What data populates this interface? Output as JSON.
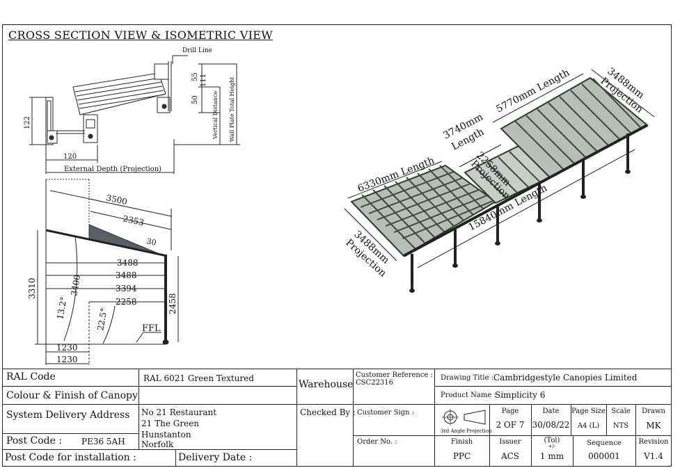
{
  "header": {
    "title": "CROSS SECTION VIEW & ISOMETRIC VIEW"
  },
  "cross_section": {
    "drill_line": "Drill Line",
    "dim_55": "55",
    "dim_111": "111",
    "dim_50": "50",
    "dim_122": "122",
    "dim_120": "120",
    "vertical_distance": "Vertical Distance",
    "wall_plate_total_height": "Wall Plate Total Height",
    "external_depth": "External Depth (Projection)"
  },
  "side_view": {
    "dim_3500": "3500",
    "dim_2353": "2353",
    "dim_30": "30",
    "dim_3488a": "3488",
    "dim_3488b": "3488",
    "dim_3394": "3394",
    "dim_2258": "2258",
    "dim_3310": "3310",
    "dim_3400": "3400",
    "dim_2458": "2458",
    "angle_13": "13.2°",
    "angle_22": "22.5°",
    "ffl": "FFL",
    "dim_1230a": "1230",
    "dim_1230b": "1230"
  },
  "isometric": {
    "len_6330": "6330mm Length",
    "len_3740a": "3740mm",
    "len_3740b": "Length",
    "len_5770": "5770mm Length",
    "proj_3488_top_a": "3488mm",
    "proj_3488_top_b": "Projection",
    "proj_2258_a": "2258mm",
    "proj_2258_b": "Projection",
    "len_15840": "15840mm Length",
    "proj_3488_left_a": "3488mm",
    "proj_3488_left_b": "Projection",
    "panel_color": "#3c4a3c",
    "glass_color": "#b9bdb9"
  },
  "title_block": {
    "ral_code_label": "RAL Code",
    "ral_code_value": "RAL 6021 Green Textured",
    "colour_label": "Colour & Finish of Canopy",
    "warehouse_label": "Warehouse",
    "customer_ref_label": "Customer Reference :",
    "customer_ref_value": "CSC22316",
    "drawing_title_label": "Drawing Title :",
    "drawing_title_value": "Cambridgestyle Canopies Limited",
    "product_name_label": "Product Name :",
    "product_name_value": "Simplicity 6",
    "delivery_address_label": "System Delivery Address",
    "address_line1": "No 21 Restaurant",
    "address_line2": "21 The Green",
    "address_line3": "Hunstanton",
    "address_line4": "Norfolk",
    "checked_by_label": "Checked By :",
    "customer_sign_label": "Customer Sign :",
    "projection_label": "3rd Angle Projection",
    "page_label": "Page",
    "page_value": "2 OF 7",
    "date_label": "Date",
    "date_value": "30/08/22",
    "page_size_label": "Page Size",
    "page_size_value": "A4 (L)",
    "scale_label": "Scale",
    "scale_value": "NTS",
    "drawn_label": "Drawn",
    "drawn_value": "MK",
    "post_code_label": "Post Code :",
    "post_code_value": "PE36 5AH",
    "order_no_label": "Order No. :",
    "finish_label": "Finish",
    "finish_value": "PPC",
    "issuer_label": "Issuer",
    "issuer_value": "ACS",
    "tol_label": "(Tol)",
    "tol_sub": "+/-",
    "tol_value": "1 mm",
    "sequence_label": "Sequence",
    "sequence_value": "000001",
    "revision_label": "Revision",
    "revision_value": "V1.4",
    "post_code_install_label": "Post Code for installation :",
    "delivery_date_label": "Delivery Date :"
  }
}
